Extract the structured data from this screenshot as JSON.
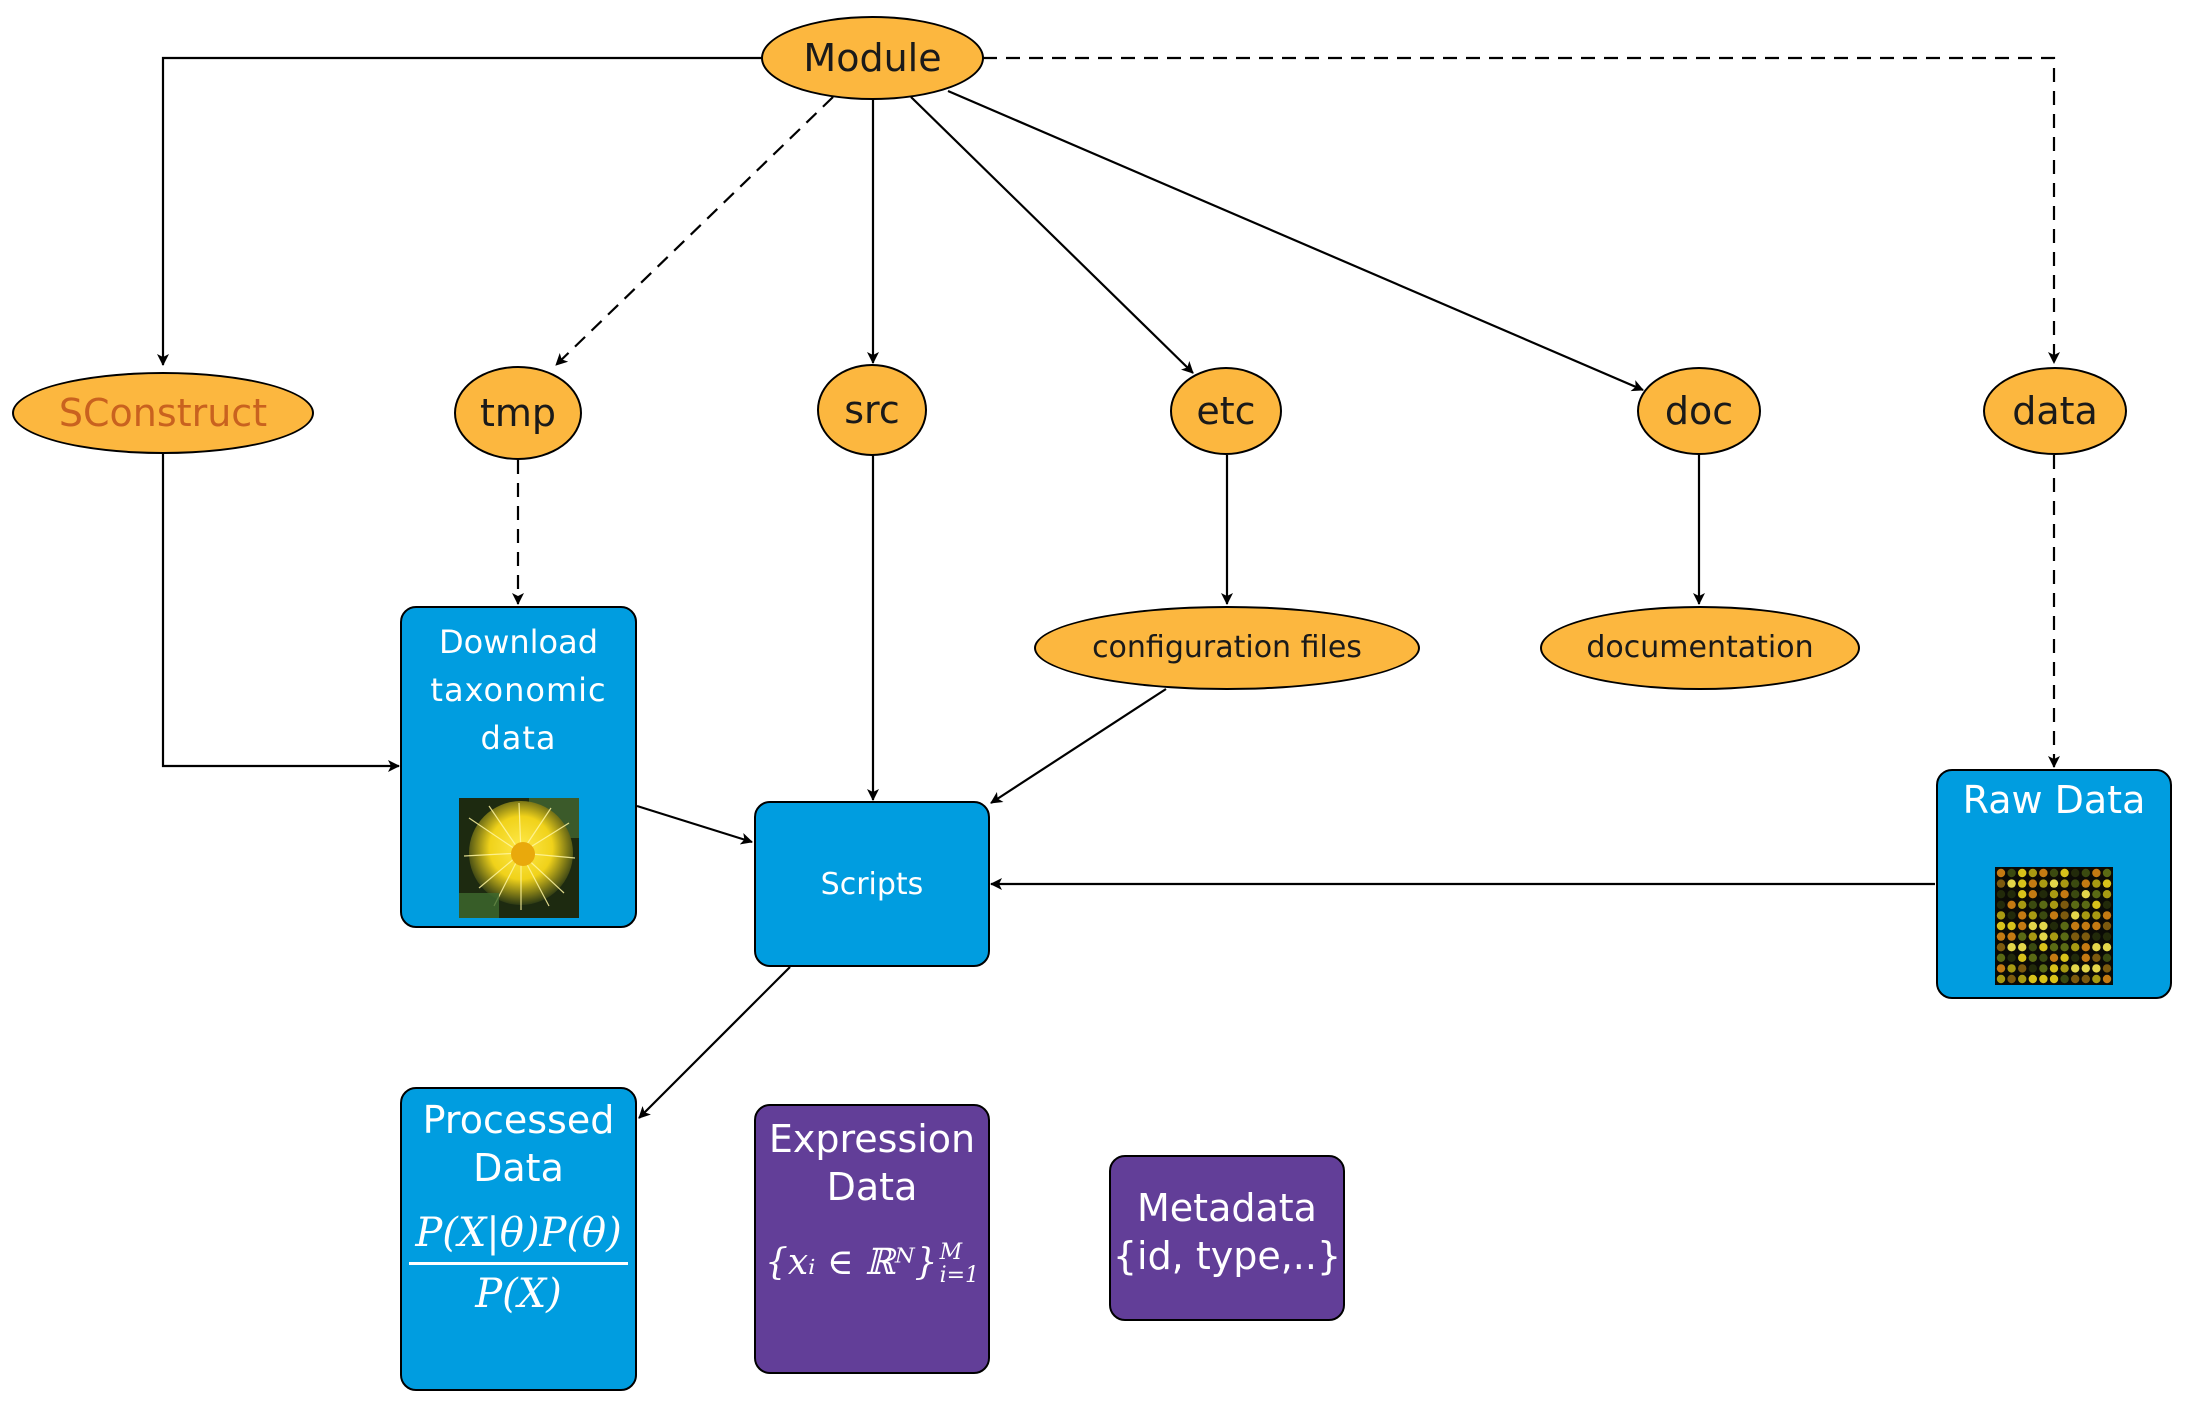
{
  "colors": {
    "ellipse_fill": "#fcb73f",
    "box_blue": "#009de0",
    "box_purple": "#623e98",
    "sconstruct_text": "#c9621f",
    "edge": "#000000"
  },
  "nodes": {
    "module": "Module",
    "sconstruct": "SConstruct",
    "tmp": "tmp",
    "src": "src",
    "etc": "etc",
    "doc": "doc",
    "data": "data",
    "config_files": "configuration files",
    "documentation": "documentation",
    "download": {
      "line1": "Download",
      "line2": "taxonomic data",
      "image_icon": "yellow-flower-photo"
    },
    "scripts": "Scripts",
    "raw_data": {
      "title": "Raw Data",
      "image_icon": "microarray-image"
    },
    "processed_data": {
      "line1": "Processed",
      "line2": "Data",
      "numerator": "P(X|θ)P(θ)",
      "denominator": "P(X)"
    },
    "expression_data": {
      "line1": "Expression",
      "line2": "Data",
      "formula": "{xᵢ ∈ ℝᴺ}",
      "sup": "M",
      "sub": "i=1"
    },
    "metadata": {
      "line1": "Metadata",
      "line2": "{id, type,..}"
    }
  },
  "edges": [
    {
      "from": "module",
      "to": "sconstruct",
      "style": "solid"
    },
    {
      "from": "module",
      "to": "tmp",
      "style": "dashed"
    },
    {
      "from": "module",
      "to": "src",
      "style": "solid"
    },
    {
      "from": "module",
      "to": "etc",
      "style": "solid"
    },
    {
      "from": "module",
      "to": "doc",
      "style": "solid"
    },
    {
      "from": "module",
      "to": "data",
      "style": "dashed"
    },
    {
      "from": "sconstruct",
      "to": "download",
      "style": "solid"
    },
    {
      "from": "tmp",
      "to": "download",
      "style": "dashed"
    },
    {
      "from": "src",
      "to": "scripts",
      "style": "solid"
    },
    {
      "from": "etc",
      "to": "config_files",
      "style": "solid"
    },
    {
      "from": "doc",
      "to": "documentation",
      "style": "solid"
    },
    {
      "from": "data",
      "to": "raw_data",
      "style": "dashed"
    },
    {
      "from": "download",
      "to": "scripts",
      "style": "solid"
    },
    {
      "from": "config_files",
      "to": "scripts",
      "style": "solid"
    },
    {
      "from": "raw_data",
      "to": "scripts",
      "style": "solid"
    },
    {
      "from": "scripts",
      "to": "processed_data",
      "style": "solid"
    }
  ]
}
